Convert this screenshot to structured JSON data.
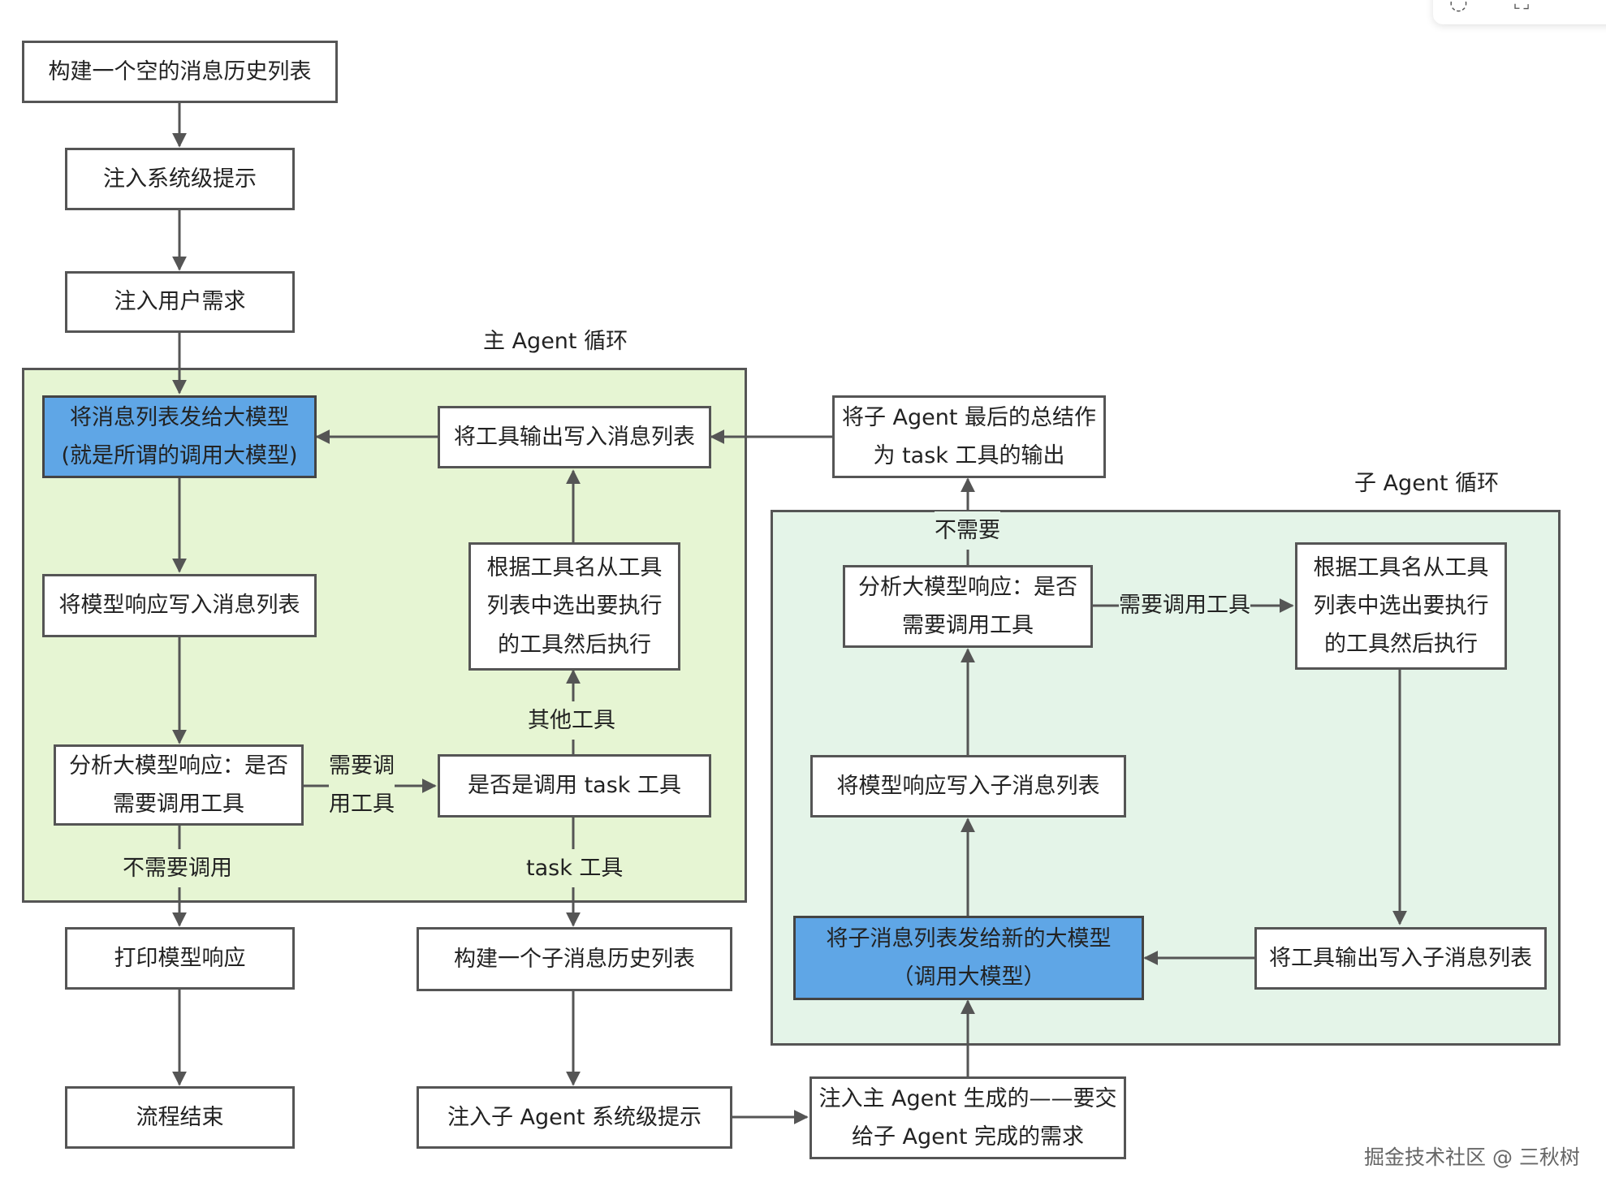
{
  "colors": {
    "main_region_bg": "#e6f5d3",
    "sub_region_bg": "#e4f4e8",
    "highlight": "#5fa6e6",
    "stroke": "#555555"
  },
  "regions": {
    "main": {
      "title": "主 Agent 循环"
    },
    "sub": {
      "title": "子 Agent 循环"
    }
  },
  "nodes": {
    "n1": "构建一个空的消息历史列表",
    "n2": "注入系统级提示",
    "n3": "注入用户需求",
    "n4": "将消息列表发给大模型\n(就是所谓的调用大模型)",
    "n5": "将模型响应写入消息列表",
    "n6": "分析大模型响应：是否\n需要调用工具",
    "n7": "将工具输出写入消息列表",
    "n8": "根据工具名从工具\n列表中选出要执行\n的工具然后执行",
    "n9": "是否是调用 task 工具",
    "n10": "打印模型响应",
    "n11": "流程结束",
    "n12": "构建一个子消息历史列表",
    "n13": "注入子 Agent 系统级提示",
    "n14": "注入主 Agent 生成的——要交\n给子 Agent 完成的需求",
    "n15": "将子 Agent 最后的总结作\n为 task 工具的输出",
    "n16": "分析大模型响应：是否\n需要调用工具",
    "n17": "根据工具名从工具\n列表中选出要执行\n的工具然后执行",
    "n18": "将模型响应写入子消息列表",
    "n19": "将子消息列表发给新的大模型\n（调用大模型）",
    "n20": "将工具输出写入子消息列表"
  },
  "edge_labels": {
    "need_tool_main": "需要调\n用工具",
    "other_tools": "其他工具",
    "no_need_main": "不需要调用",
    "task_tool": "task 工具",
    "no_need_sub": "不需要",
    "need_tool_sub": "需要调用工具"
  },
  "watermark": "掘金技术社区 @ 三秋树"
}
